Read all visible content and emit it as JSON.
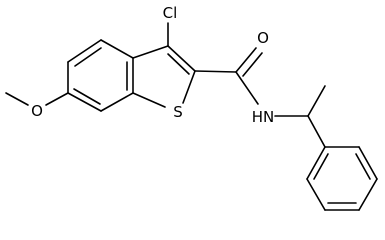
{
  "molecule": {
    "atoms": {
      "chlorine": "Cl",
      "carbonyl_oxygen": "O",
      "sulfur": "S",
      "amide_nitrogen": "HN",
      "methoxy_oxygen": "O"
    }
  }
}
